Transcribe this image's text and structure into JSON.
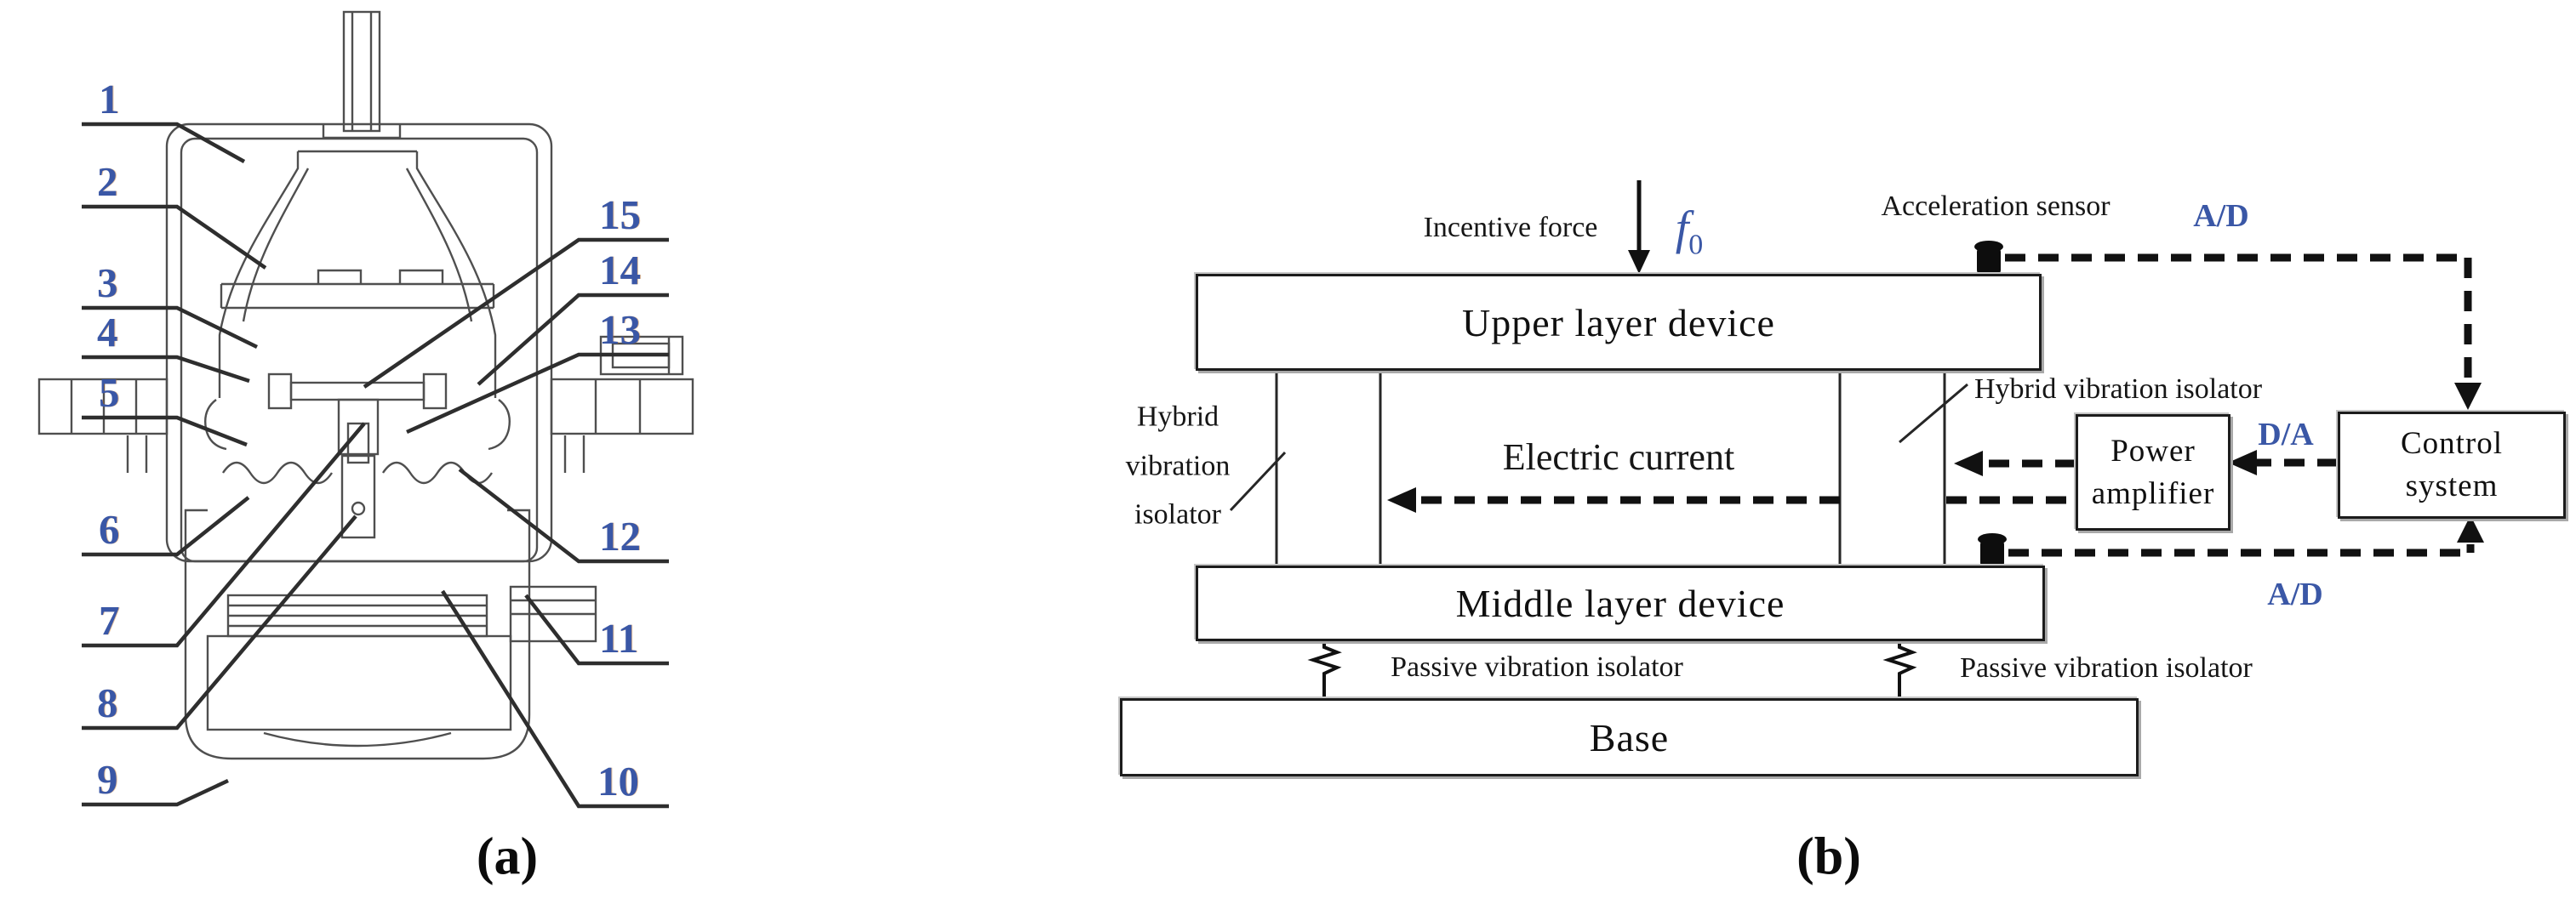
{
  "panel_a": {
    "caption": "(a)",
    "part_numbers": [
      "1",
      "2",
      "3",
      "4",
      "5",
      "6",
      "7",
      "8",
      "9",
      "10",
      "11",
      "12",
      "13",
      "14",
      "15"
    ],
    "number_color": "#3a57a6"
  },
  "panel_b": {
    "caption": "(b)",
    "boxes": {
      "upper": "Upper layer device",
      "middle": "Middle layer device",
      "base": "Base",
      "power_amplifier": [
        "Power",
        "amplifier"
      ],
      "control_system": [
        "Control",
        "system"
      ]
    },
    "labels": {
      "incentive_force": "Incentive force",
      "force_symbol": "f",
      "force_subscript": "0",
      "acceleration_sensor": "Acceleration sensor",
      "ad_top": "A/D",
      "da": "D/A",
      "ad_bottom": "A/D",
      "electric_current": "Electric current",
      "hybrid_left": [
        "Hybrid",
        "vibration",
        "isolator"
      ],
      "hybrid_right": "Hybrid vibration isolator",
      "passive_left": "Passive vibration isolator",
      "passive_right": "Passive vibration isolator"
    },
    "annotation_color": "#3a57a6",
    "line_color": "#111111"
  }
}
